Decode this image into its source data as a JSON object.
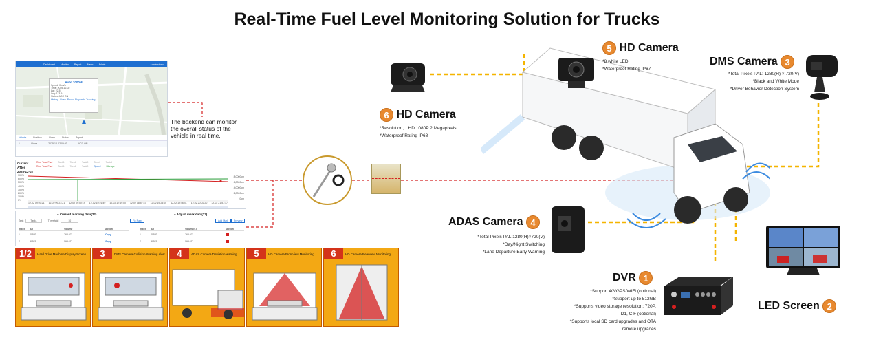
{
  "title": "Real-Time Fuel Level Monitoring Solution for Trucks",
  "backend_note": "The backend can monitor the overall status of the vehicle in real time.",
  "map_panel": {
    "nav_tabs": [
      "Dashboard",
      "Monitor",
      "Report",
      "Alarm",
      "Admin"
    ],
    "user": "Administrator",
    "popup_title": "Auto 1000M",
    "popup_lines": [
      "Speed: 0km/h",
      "Time: 2025-12-02",
      "Lat: 22.5",
      "Lng: 113.9",
      "Status: ACC ON"
    ],
    "popup_actions": [
      "History",
      "Video",
      "Photo",
      "Playback",
      "Tracking"
    ],
    "list_headers": [
      "Vehicle",
      "Position",
      "Alarm",
      "Status",
      "Report"
    ],
    "list_row": [
      "1",
      "China",
      "",
      "2025-12-02 09:00",
      "ACC ON"
    ]
  },
  "fuel_chart": {
    "labels": [
      "Current",
      "ATter",
      "2025-12-02"
    ],
    "legend_row1": [
      "Real Total Fuel",
      "Tank1",
      "Tank2",
      "Tank3",
      "Tank4",
      "Tank5"
    ],
    "legend_row2": [
      "Real Total Fuel",
      "Tank1",
      "Tank2",
      "Tank3",
      "Speed",
      "Mileage"
    ],
    "y_ticks": [
      "700%",
      "600%",
      "500%",
      "400%",
      "300%",
      "200%",
      "100%",
      "0%"
    ],
    "y2_ticks": [
      "8,0000km",
      "6,0000km",
      "4,0000km",
      "2,0000km",
      "0km"
    ],
    "x_ticks": [
      "12-02 09:00:21",
      "12-02 09:23:21",
      "12-02 09:50:19",
      "12-02 10:21:49",
      "12-02 17:49:00",
      "12-02 18:57:47",
      "12-02 19:24:00",
      "12-02 19:46:41",
      "12-02 20:02:20",
      "12-02 21:57:17"
    ]
  },
  "marking": {
    "left_title": "+ Current marking data(22)",
    "right_title": "+ Adjust mark data(22)",
    "tank_label": "Tank",
    "tank_value": "Tank1",
    "threshold_label": "Threshold",
    "threshold_value": "10",
    "fix_button": "Fix Raw",
    "add_button": "Add Mark",
    "preview_button": "Preview",
    "left_headers": [
      "Index",
      "AD",
      "Volume",
      "Action"
    ],
    "right_headers": [
      "Index",
      "AD",
      "Volume(L)",
      "Action"
    ],
    "left_rows": [
      [
        "1",
        "40520",
        "768.07",
        "Copy"
      ],
      [
        "2",
        "40520",
        "768.07",
        "Copy"
      ]
    ],
    "right_rows": [
      [
        "1",
        "40520",
        "768.07",
        ""
      ],
      [
        "2",
        "40520",
        "768.07",
        ""
      ]
    ]
  },
  "tiles": [
    {
      "num": "1/2",
      "label": "Hard Drive Machine Display Screen"
    },
    {
      "num": "3",
      "label": "DMS Camera Collision Warning Alert"
    },
    {
      "num": "4",
      "label": "ADAS Camera Deviation warning"
    },
    {
      "num": "5",
      "label": "HD Camera Frontview Monitoring"
    },
    {
      "num": "6",
      "label": "HD Camera Rearview Monitoring"
    }
  ],
  "hd_camera_5": {
    "num": "5",
    "title": "HD Camera",
    "specs": [
      "*8 white LED",
      "*Waterproof Rating IP67"
    ]
  },
  "hd_camera_6": {
    "num": "6",
    "title": "HD Camera",
    "specs": [
      "*Resolution： HD 1080P 2 Megapixels",
      "*Waterproof Rating IP68"
    ]
  },
  "dms_camera": {
    "num": "3",
    "title": "DMS Camera",
    "specs": [
      "*Total Pixels PAL: 1280(H) × 720(V)",
      "*Black and White Mode",
      "*Driver Behavior Detection System"
    ]
  },
  "adas_camera": {
    "num": "4",
    "title": "ADAS Camera",
    "specs": [
      "*Total Pixels PAL:1280(H)×720(V)",
      "*Day/Night Switching",
      "*Lane Departure Early Warning"
    ]
  },
  "dvr": {
    "num": "1",
    "title": "DVR",
    "specs": [
      "*Support 4G/GPS/WIFI (optional)",
      "*Support up to 512GB",
      "*Supports video storage resolution: 720P,",
      "D1, CIF (optional)",
      "*Supports local SD card upgrades and OTA",
      "remote upgrades"
    ]
  },
  "led_screen": {
    "num": "2",
    "title": "LED Screen"
  },
  "colors": {
    "accent_orange": "#e8892f",
    "dash_yellow": "#f4b400",
    "dash_red": "#d42020",
    "tile_bg": "#f3a814",
    "tile_num_bg": "#d4331a"
  }
}
